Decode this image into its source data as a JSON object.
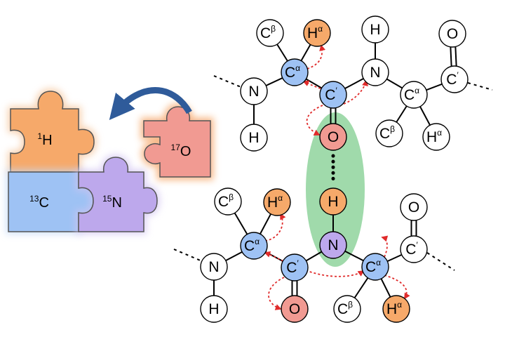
{
  "colors": {
    "hydrogen_1h": "#f6a96a",
    "carbon_13c": "#9ec2f4",
    "nitrogen_15n": "#bda8ec",
    "oxygen_17o": "#f19a92",
    "hbond_highlight": "#8fd49c",
    "arrow_red": "#e02b2b",
    "arrow_blue": "#2f5b9a",
    "bond": "#000000"
  },
  "puzzle": {
    "pieces": [
      {
        "id": "h1",
        "mass": "1",
        "symbol": "H"
      },
      {
        "id": "c13",
        "mass": "13",
        "symbol": "C"
      },
      {
        "id": "n15",
        "mass": "15",
        "symbol": "N"
      },
      {
        "id": "o17",
        "mass": "17",
        "symbol": "O"
      }
    ]
  },
  "upper_strand": {
    "atoms": {
      "cb1": {
        "sym": "C",
        "sup": "β"
      },
      "ha1": {
        "sym": "H",
        "sup": "α"
      },
      "h_top": {
        "sym": "H",
        "sup": ""
      },
      "o_top": {
        "sym": "O",
        "sup": ""
      },
      "ca1": {
        "sym": "C",
        "sup": "α"
      },
      "n1": {
        "sym": "N",
        "sup": ""
      },
      "h_n1": {
        "sym": "H",
        "sup": ""
      },
      "cp1": {
        "sym": "C",
        "sup": "′"
      },
      "n2": {
        "sym": "N",
        "sup": ""
      },
      "ca2": {
        "sym": "C",
        "sup": "α"
      },
      "cp2": {
        "sym": "C",
        "sup": "′"
      },
      "o1": {
        "sym": "O",
        "sup": ""
      },
      "cb2": {
        "sym": "C",
        "sup": "β"
      },
      "ha2": {
        "sym": "H",
        "sup": "α"
      }
    }
  },
  "lower_strand": {
    "atoms": {
      "hb": {
        "sym": "H",
        "sup": ""
      },
      "cb3": {
        "sym": "C",
        "sup": "β"
      },
      "ha3": {
        "sym": "H",
        "sup": "α"
      },
      "o_r": {
        "sym": "O",
        "sup": ""
      },
      "ca3": {
        "sym": "C",
        "sup": "α"
      },
      "n3": {
        "sym": "N",
        "sup": ""
      },
      "n4": {
        "sym": "N",
        "sup": ""
      },
      "cp4": {
        "sym": "C",
        "sup": "′"
      },
      "cp3": {
        "sym": "C",
        "sup": "′"
      },
      "ca4": {
        "sym": "C",
        "sup": "α"
      },
      "h_n3": {
        "sym": "H",
        "sup": ""
      },
      "o2": {
        "sym": "O",
        "sup": ""
      },
      "cb4": {
        "sym": "C",
        "sup": "β"
      },
      "ha4": {
        "sym": "H",
        "sup": "α"
      }
    }
  }
}
